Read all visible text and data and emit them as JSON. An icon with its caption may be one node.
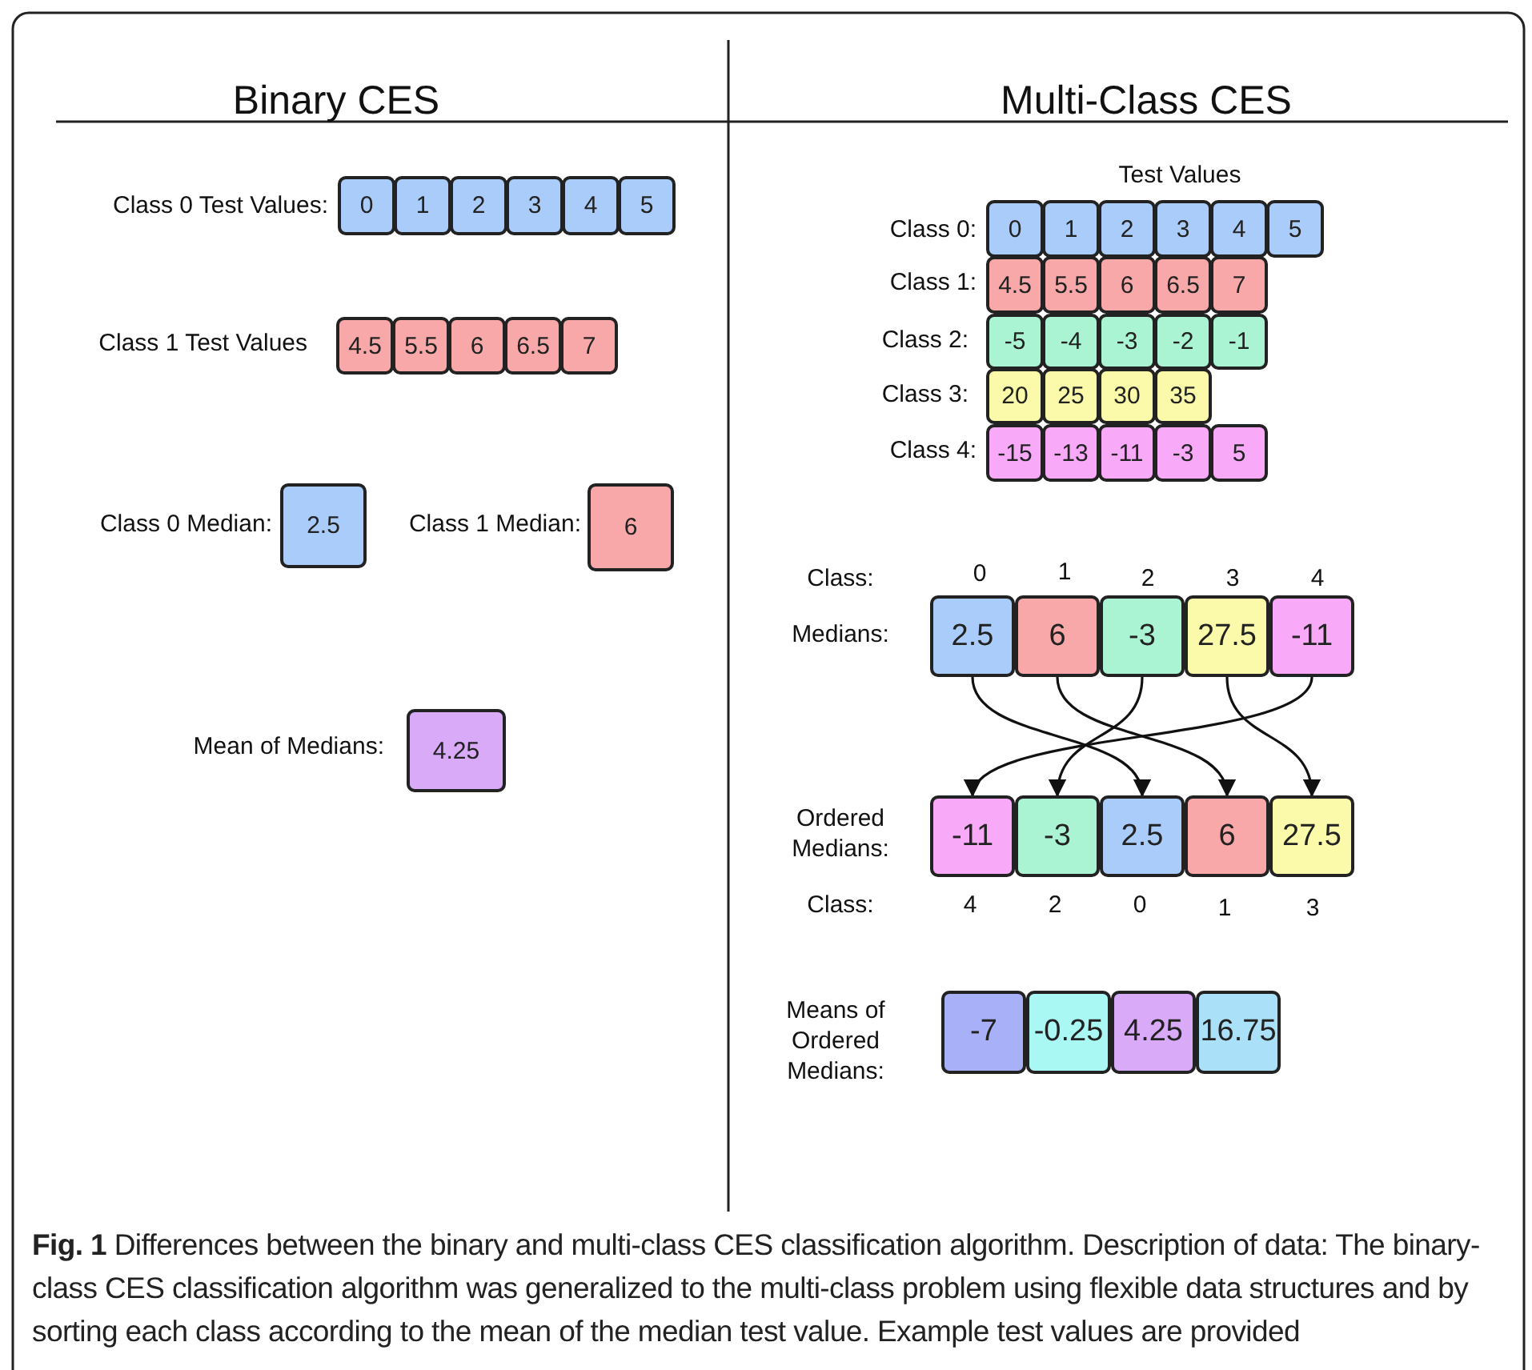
{
  "diagram": {
    "caption": "**Fig. 1** Differences between the binary and multi-class CES classification algorithm. Description of data: The binary-class CES classification algorithm was generalized to the multi-class problem using flexible data structures and by sorting each class according to the mean of the median test value. Example test values are provided",
    "nodes": [
      {
        "text": [
          "0"
        ]
      },
      {
        "text": [
          "1"
        ]
      },
      {
        "text": [
          "2"
        ]
      },
      {
        "text": [
          "3"
        ]
      },
      {
        "text": [
          "4"
        ]
      },
      {
        "text": [
          "5"
        ]
      },
      {
        "text": [
          "4.5"
        ]
      },
      {
        "text": [
          "5.5"
        ]
      },
      {
        "text": [
          "6"
        ]
      },
      {
        "text": [
          "6.5"
        ]
      },
      {
        "text": [
          "7"
        ]
      },
      {
        "text": [
          "2.5"
        ]
      },
      {
        "text": [
          "6"
        ]
      },
      {
        "text": [
          "4.25"
        ]
      },
      {
        "text": [
          "0"
        ]
      },
      {
        "text": [
          "1"
        ]
      },
      {
        "text": [
          "2"
        ]
      },
      {
        "text": [
          "3"
        ]
      },
      {
        "text": [
          "4"
        ]
      },
      {
        "text": [
          "5"
        ]
      },
      {
        "text": [
          "4.5"
        ]
      },
      {
        "text": [
          "5.5"
        ]
      },
      {
        "text": [
          "6"
        ]
      },
      {
        "text": [
          "6.5"
        ]
      },
      {
        "text": [
          "7"
        ]
      },
      {
        "text": [
          "-5"
        ]
      },
      {
        "text": [
          "-4"
        ]
      },
      {
        "text": [
          "-3"
        ]
      },
      {
        "text": [
          "-2"
        ]
      },
      {
        "text": [
          "-1"
        ]
      },
      {
        "text": [
          "20"
        ]
      },
      {
        "text": [
          "25"
        ]
      },
      {
        "text": [
          "30"
        ]
      },
      {
        "text": [
          "35"
        ]
      },
      {
        "text": [
          "-15"
        ]
      },
      {
        "text": [
          "-13"
        ]
      },
      {
        "text": [
          "-11"
        ]
      },
      {
        "text": [
          "-3"
        ]
      },
      {
        "text": [
          "5"
        ]
      },
      {
        "text": [
          "2.5"
        ]
      },
      {
        "text": [
          "6"
        ]
      },
      {
        "text": [
          "-3"
        ]
      },
      {
        "text": [
          "27.5"
        ]
      },
      {
        "text": [
          "-11"
        ]
      },
      {
        "text": [
          "-11"
        ]
      },
      {
        "text": [
          "-3"
        ]
      },
      {
        "text": [
          "2.5"
        ]
      },
      {
        "text": [
          "6"
        ]
      },
      {
        "text": [
          "27.5"
        ]
      },
      {
        "text": [
          "-7"
        ]
      },
      {
        "text": [
          "-0.25"
        ]
      },
      {
        "text": [
          "4.25"
        ]
      },
      {
        "text": [
          "16.75"
        ]
      }
    ],
    "edges": [
      {
        "from": 39,
        "to": 46,
        "arrow": "to"
      },
      {
        "from": 40,
        "to": 47,
        "arrow": "to"
      },
      {
        "from": 41,
        "to": 45,
        "arrow": "to"
      },
      {
        "from": 42,
        "to": 48,
        "arrow": "to"
      },
      {
        "from": 43,
        "to": 44,
        "arrow": "to"
      }
    ],
    "labels": [
      "Binary CES",
      "Multi-Class CES",
      "Class 0 Test Values:",
      "Class 1 Test Values",
      "Class 0 Median:",
      "Class 1 Median:",
      "Mean of Medians:",
      "Test Values",
      "Class 0:",
      "Class 1:",
      "Class 2:",
      "Class 3:",
      "Class 4:",
      "Class:",
      "0",
      "1",
      "2",
      "3",
      "4",
      "Medians:",
      "Ordered Medians:",
      "Class:",
      "4",
      "2",
      "0",
      "1",
      "3",
      "Means of Ordered Medians:"
    ]
  }
}
